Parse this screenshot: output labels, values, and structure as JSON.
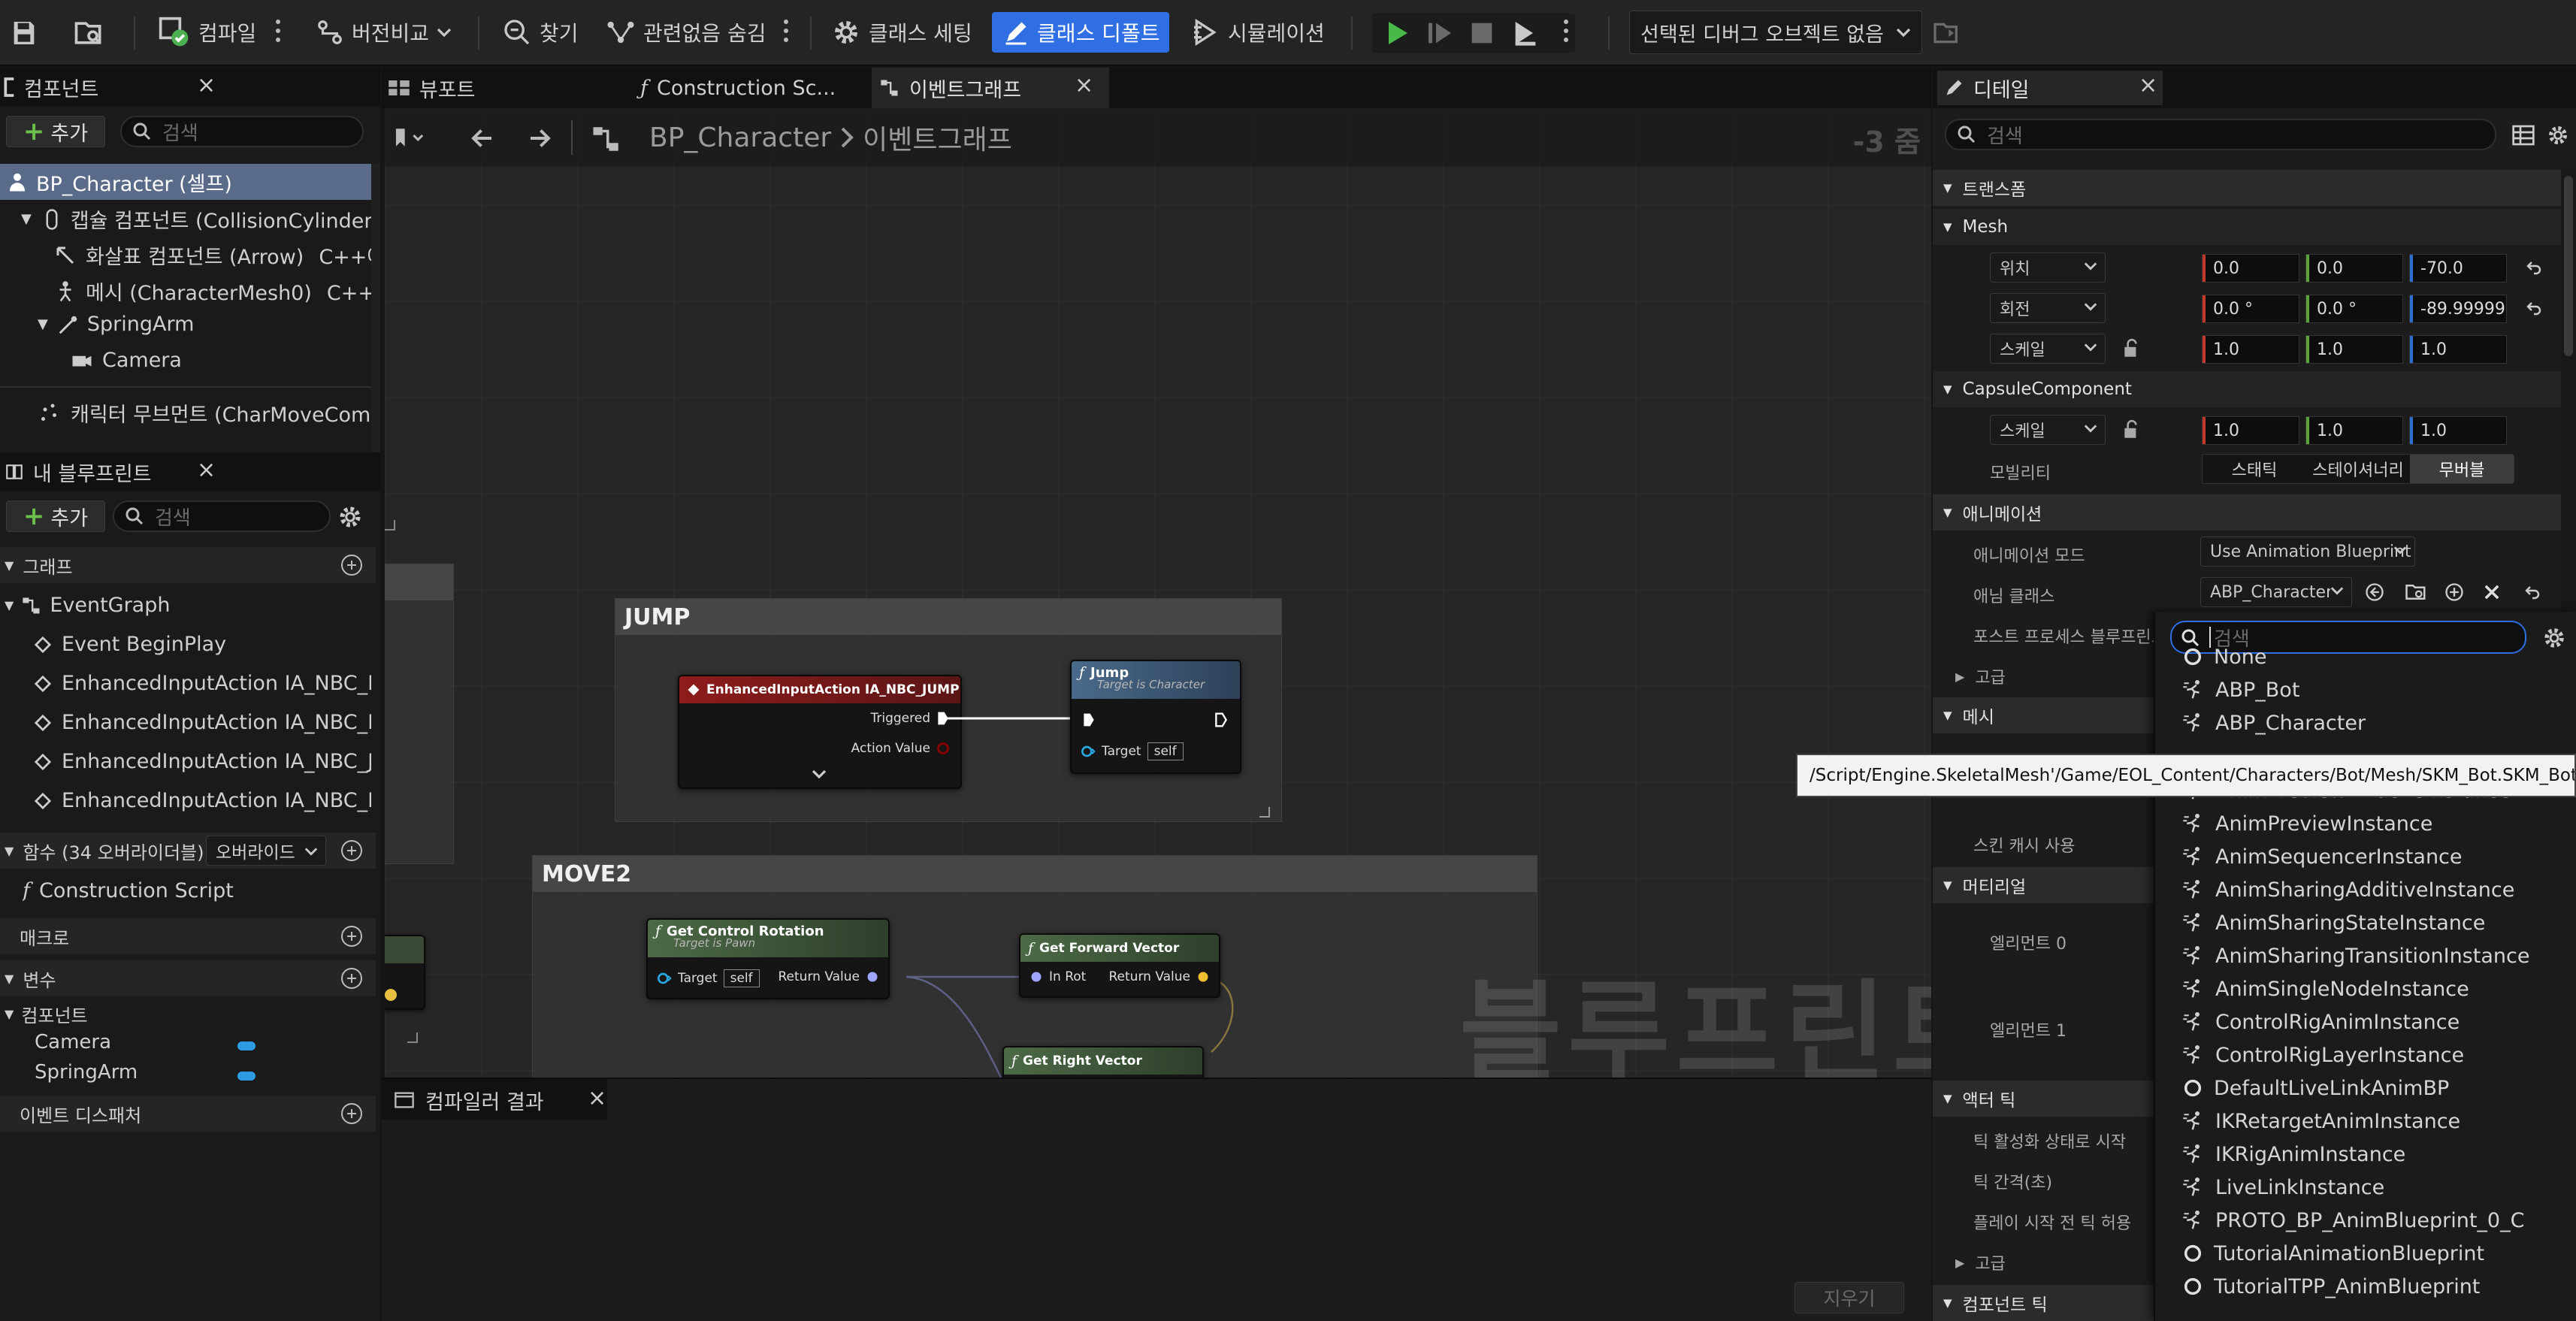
{
  "toolbar": {
    "compile": "컴파일",
    "diff": "버전비교",
    "find": "찾기",
    "hide_unrelated": "관련없음 숨김",
    "class_settings": "클래스 세팅",
    "class_defaults": "클래스 디폴트",
    "simulation": "시뮬레이션",
    "debug_object": "선택된 디버그 오브젝트 없음",
    "accent": "#2f6fe3"
  },
  "components": {
    "tab": "컴포넌트",
    "add": "추가",
    "search_placeholder": "검색",
    "tree": [
      "BP_Character (셀프)",
      "캡슐 컴포넌트 (CollisionCylinder)",
      "화살표 컴포넌트 (Arrow)",
      "메시 (CharacterMesh0)",
      "SpringArm",
      "Camera",
      "캐릭터 무브먼트 (CharMoveComp)"
    ],
    "cpp_tag": "C++에서"
  },
  "my_blueprint": {
    "tab": "내 블루프린트",
    "add": "추가",
    "search_placeholder": "검색",
    "graphs_label": "그래프",
    "event_graph": "EventGraph",
    "events": [
      "Event BeginPlay",
      "EnhancedInputAction IA_NBC_Move",
      "EnhancedInputAction IA_NBC_Look",
      "EnhancedInputAction IA_NBC_JUMP",
      "EnhancedInputAction IA_NBC_Move"
    ],
    "functions_label": "함수 (34 오버라이더블)",
    "override": "오버라이드",
    "construction_script": "Construction Script",
    "macros_label": "매크로",
    "variables_label": "변수",
    "var_category": "컴포넌트",
    "variables": [
      "Camera",
      "SpringArm"
    ],
    "dispatchers_label": "이벤트 디스패처"
  },
  "editor_tabs": [
    "뷰포트",
    "Construction Sc...",
    "이벤트그래프"
  ],
  "graph": {
    "breadcrumb_bp": "BP_Character",
    "breadcrumb_graph": "이벤트그래프",
    "zoom": "-3 줌",
    "watermark": "블루프린트",
    "comment_jump": "JUMP",
    "comment_move2": "MOVE2",
    "node_input": "EnhancedInputAction IA_NBC_JUMP",
    "pin_triggered": "Triggered",
    "pin_action_value": "Action Value",
    "node_jump": "Jump",
    "node_jump_sub": "Target is Character",
    "pin_target": "Target",
    "pin_self": "self",
    "node_get_rot": "Get Control Rotation",
    "node_get_rot_sub": "Target is Pawn",
    "pin_return": "Return Value",
    "node_fwd": "Get Forward Vector",
    "pin_in_rot": "In Rot",
    "node_right": "Get Right Vector"
  },
  "compiler": {
    "tab": "컴파일러 결과",
    "clear": "지우기"
  },
  "details": {
    "tab": "디테일",
    "search_placeholder": "검색",
    "transform": "트랜스폼",
    "mesh_label": "Mesh",
    "location": "위치",
    "rotation": "회전",
    "scale": "스케일",
    "loc": [
      "0.0",
      "0.0",
      "-70.0"
    ],
    "rot": [
      "0.0 °",
      "0.0 °",
      "-89.99999"
    ],
    "scl": [
      "1.0",
      "1.0",
      "1.0"
    ],
    "capsule": "CapsuleComponent",
    "capsule_scale": [
      "1.0",
      "1.0",
      "1.0"
    ],
    "mobility": "모빌리티",
    "mobility_opts": [
      "스태틱",
      "스테이셔너리",
      "무버블"
    ],
    "animation": "애니메이션",
    "anim_mode": "애니메이션 모드",
    "anim_mode_val": "Use Animation Blueprint",
    "anim_class": "애님 클래스",
    "anim_class_val": "ABP_Character",
    "post_process": "포스트 프로세스 블루프린트",
    "advanced": "고급",
    "mesh_section": "메시",
    "skin_cache": "스킨 캐시 사용",
    "materials": "머티리얼",
    "element0": "엘리먼트 0",
    "element1": "엘리먼트 1",
    "actor_tick": "액터 틱",
    "tick_start": "틱 활성화 상태로 시작",
    "tick_interval": "틱 간격(초)",
    "tick_before_play": "플레이 시작 전 틱 허용",
    "advanced2": "고급",
    "component_tick": "컴포넌트 틱"
  },
  "anim_picker": {
    "search_placeholder": "검색",
    "items": [
      {
        "label": "None",
        "icon": "circle"
      },
      {
        "label": "ABP_Bot",
        "icon": "anim"
      },
      {
        "label": "ABP_Character",
        "icon": "anim"
      },
      {
        "label": "AnimPreviewAttacheInstance",
        "icon": "anim"
      },
      {
        "label": "AnimPreviewInstance",
        "icon": "anim"
      },
      {
        "label": "AnimSequencerInstance",
        "icon": "anim"
      },
      {
        "label": "AnimSharingAdditiveInstance",
        "icon": "anim"
      },
      {
        "label": "AnimSharingStateInstance",
        "icon": "anim"
      },
      {
        "label": "AnimSharingTransitionInstance",
        "icon": "anim"
      },
      {
        "label": "AnimSingleNodeInstance",
        "icon": "anim"
      },
      {
        "label": "ControlRigAnimInstance",
        "icon": "anim"
      },
      {
        "label": "ControlRigLayerInstance",
        "icon": "anim"
      },
      {
        "label": "DefaultLiveLinkAnimBP",
        "icon": "circle"
      },
      {
        "label": "IKRetargetAnimInstance",
        "icon": "anim"
      },
      {
        "label": "IKRigAnimInstance",
        "icon": "anim"
      },
      {
        "label": "LiveLinkInstance",
        "icon": "anim"
      },
      {
        "label": "PROTO_BP_AnimBlueprint_0_C",
        "icon": "anim"
      },
      {
        "label": "TutorialAnimationBlueprint",
        "icon": "circle"
      },
      {
        "label": "TutorialTPP_AnimBlueprint",
        "icon": "circle"
      }
    ]
  },
  "tooltip": "/Script/Engine.SkeletalMesh'/Game/EOL_Content/Characters/Bot/Mesh/SKM_Bot.SKM_Bot'"
}
